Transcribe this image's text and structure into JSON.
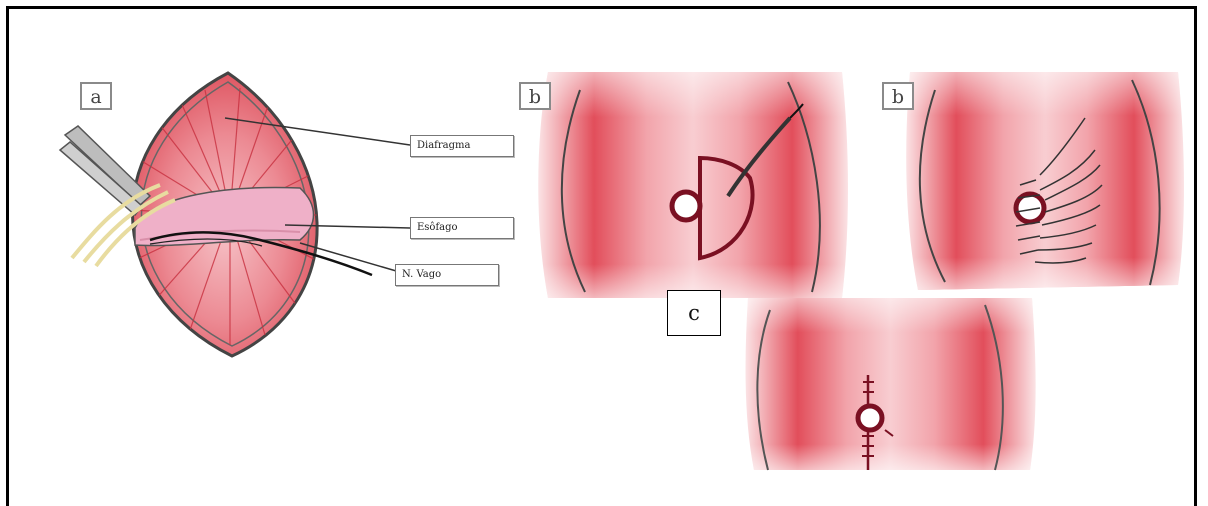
{
  "figure": {
    "panel_labels": {
      "a": "a",
      "b1": "b",
      "b2": "b",
      "c": "c"
    },
    "callouts": {
      "diaphragm": "Diafragma",
      "esophagus": "Esôfago",
      "vagus_nerve": "N. Vago"
    },
    "colors": {
      "tissue_red": "#e0505a",
      "tissue_light": "#f3b5bb",
      "esophagus_pink": "#efb0c8",
      "suture_dark": "#7a1022",
      "frame": "#000000"
    }
  }
}
